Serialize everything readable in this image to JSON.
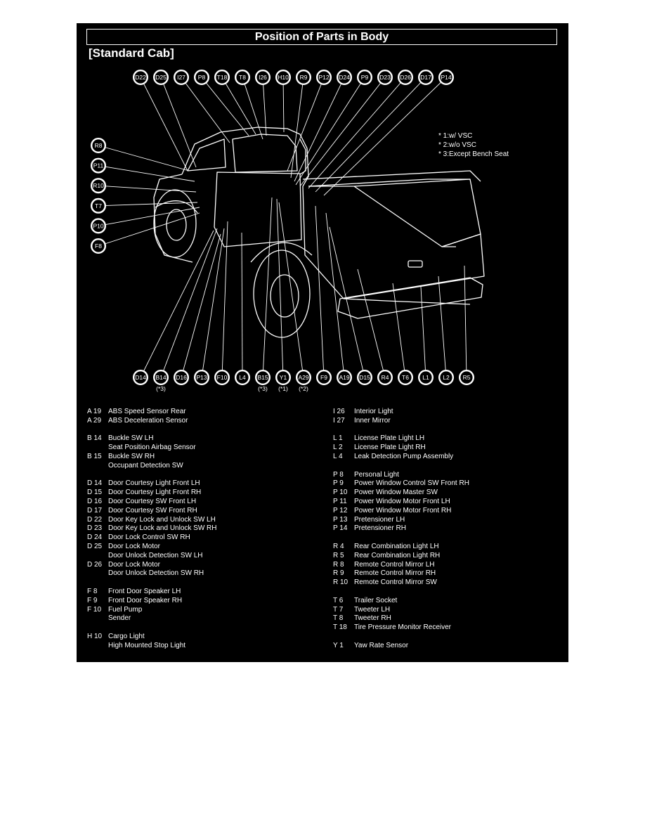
{
  "title": "Position of Parts in Body",
  "section": "[Standard Cab]",
  "notes": [
    "* 1:w/ VSC",
    "* 2:w/o VSC",
    "* 3:Except Bench Seat"
  ],
  "connectors_top": [
    "D22",
    "D25",
    "I27",
    "P8",
    "T18",
    "T8",
    "I26",
    "H10",
    "R9",
    "P12",
    "D24",
    "P9",
    "D23",
    "D26",
    "D17",
    "P14"
  ],
  "connectors_left": [
    "R8",
    "P11",
    "R10",
    "T7",
    "P10",
    "F8"
  ],
  "connectors_bottom": [
    {
      "id": "D14",
      "note": ""
    },
    {
      "id": "B14",
      "note": "(*3)"
    },
    {
      "id": "D16",
      "note": ""
    },
    {
      "id": "P13",
      "note": ""
    },
    {
      "id": "F10",
      "note": ""
    },
    {
      "id": "L4",
      "note": ""
    },
    {
      "id": "B15",
      "note": "(*3)"
    },
    {
      "id": "Y1",
      "note": "(*1)"
    },
    {
      "id": "A29",
      "note": "(*2)"
    },
    {
      "id": "F9",
      "note": ""
    },
    {
      "id": "A19",
      "note": ""
    },
    {
      "id": "D15",
      "note": ""
    },
    {
      "id": "R4",
      "note": ""
    },
    {
      "id": "T6",
      "note": ""
    },
    {
      "id": "L1",
      "note": ""
    },
    {
      "id": "L2",
      "note": ""
    },
    {
      "id": "R5",
      "note": ""
    }
  ],
  "legend_left": [
    {
      "code": "A 19",
      "name": "ABS Speed Sensor Rear",
      "gap": false
    },
    {
      "code": "A 29",
      "name": "ABS Deceleration Sensor",
      "gap": false
    },
    {
      "code": "B 14",
      "name": "Buckle SW LH",
      "gap": true
    },
    {
      "code": "",
      "name": "Seat Position Airbag Sensor",
      "gap": false
    },
    {
      "code": "B 15",
      "name": "Buckle SW RH",
      "gap": false
    },
    {
      "code": "",
      "name": "Occupant Detection SW",
      "gap": false
    },
    {
      "code": "D 14",
      "name": "Door Courtesy Light Front LH",
      "gap": true
    },
    {
      "code": "D 15",
      "name": "Door Courtesy Light Front RH",
      "gap": false
    },
    {
      "code": "D 16",
      "name": "Door Courtesy SW Front LH",
      "gap": false
    },
    {
      "code": "D 17",
      "name": "Door Courtesy SW Front RH",
      "gap": false
    },
    {
      "code": "D 22",
      "name": "Door Key Lock and Unlock SW LH",
      "gap": false
    },
    {
      "code": "D 23",
      "name": "Door Key Lock and Unlock SW RH",
      "gap": false
    },
    {
      "code": "D 24",
      "name": "Door Lock Control SW RH",
      "gap": false
    },
    {
      "code": "D 25",
      "name": "Door Lock Motor",
      "gap": false
    },
    {
      "code": "",
      "name": "Door Unlock Detection SW LH",
      "gap": false
    },
    {
      "code": "D 26",
      "name": "Door Lock Motor",
      "gap": false
    },
    {
      "code": "",
      "name": "Door Unlock Detection SW RH",
      "gap": false
    },
    {
      "code": "F 8",
      "name": "Front Door Speaker LH",
      "gap": true
    },
    {
      "code": "F 9",
      "name": "Front Door Speaker RH",
      "gap": false
    },
    {
      "code": "F 10",
      "name": "Fuel Pump",
      "gap": false
    },
    {
      "code": "",
      "name": "Sender",
      "gap": false
    },
    {
      "code": "H 10",
      "name": "Cargo Light",
      "gap": true
    },
    {
      "code": "",
      "name": "High Mounted Stop Light",
      "gap": false
    }
  ],
  "legend_right": [
    {
      "code": "I 26",
      "name": "Interior Light",
      "gap": false
    },
    {
      "code": "I 27",
      "name": "Inner Mirror",
      "gap": false
    },
    {
      "code": "L 1",
      "name": "License Plate Light LH",
      "gap": true
    },
    {
      "code": "L 2",
      "name": "License Plate Light RH",
      "gap": false
    },
    {
      "code": "L 4",
      "name": "Leak Detection Pump Assembly",
      "gap": false
    },
    {
      "code": "P 8",
      "name": "Personal Light",
      "gap": true
    },
    {
      "code": "P 9",
      "name": "Power Window Control SW Front RH",
      "gap": false
    },
    {
      "code": "P 10",
      "name": "Power Window Master SW",
      "gap": false
    },
    {
      "code": "P 11",
      "name": "Power Window Motor Front LH",
      "gap": false
    },
    {
      "code": "P 12",
      "name": "Power Window Motor Front RH",
      "gap": false
    },
    {
      "code": "P 13",
      "name": "Pretensioner LH",
      "gap": false
    },
    {
      "code": "P 14",
      "name": "Pretensioner RH",
      "gap": false
    },
    {
      "code": "R 4",
      "name": "Rear Combination Light LH",
      "gap": true
    },
    {
      "code": "R 5",
      "name": "Rear Combination Light RH",
      "gap": false
    },
    {
      "code": "R 8",
      "name": "Remote Control Mirror LH",
      "gap": false
    },
    {
      "code": "R 9",
      "name": "Remote Control Mirror RH",
      "gap": false
    },
    {
      "code": "R 10",
      "name": "Remote Control Mirror SW",
      "gap": false
    },
    {
      "code": "T 6",
      "name": "Trailer Socket",
      "gap": true
    },
    {
      "code": "T 7",
      "name": "Tweeter LH",
      "gap": false
    },
    {
      "code": "T 8",
      "name": "Tweeter RH",
      "gap": false
    },
    {
      "code": "T 18",
      "name": "Tire Pressure Monitor Receiver",
      "gap": false
    },
    {
      "code": "Y 1",
      "name": "Yaw Rate Sensor",
      "gap": true
    }
  ],
  "colors": {
    "background": "#000000",
    "foreground": "#ffffff",
    "page": "#ffffff"
  }
}
